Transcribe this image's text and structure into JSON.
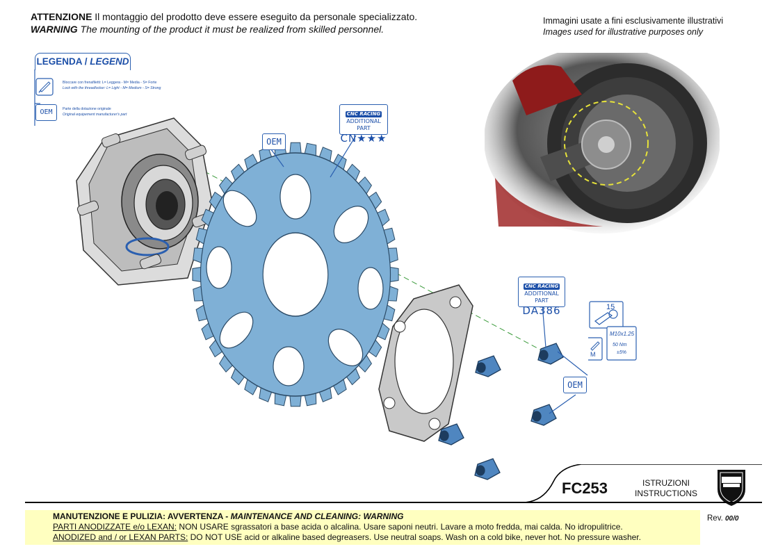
{
  "header": {
    "warning_it_bold": "ATTENZIONE",
    "warning_it_text": " Il montaggio del prodotto deve essere eseguito da personale specializzato.",
    "warning_en_bold": "WARNING",
    "warning_en_text": " The mounting of the product it must be realized from skilled personnel.",
    "images_note_it": "Immagini usate a fini esclusivamente illustrativi",
    "images_note_en": "Images used for illustrative purposes only"
  },
  "legend": {
    "title_it": "LEGENDA / ",
    "title_en": "LEGEND",
    "threadlocker_it": "Bloccare con frenafiletti: L= Leggera - M= Media - S= Forte",
    "threadlocker_en": "Lock with the threadlocker: L= Light - M= Medium - S= Strong",
    "oem_label": "OEM",
    "oem_it": "Parte della dotazione originale",
    "oem_en": "Original equipement manufacturer's part"
  },
  "callouts": {
    "brand": "CNC RACING",
    "additional_part": "ADDITIONAL PART",
    "sprocket_code": "CN★★★",
    "nut_code": "DA386",
    "oem": "OEM",
    "wrench_size": "15",
    "thread": "M10x1.25",
    "torque": "50 Nm",
    "tolerance": "±5%",
    "lock_grade": "M"
  },
  "title_block": {
    "code": "FC253",
    "istruzioni": "ISTRUZIONI",
    "instructions": "INSTRUCTIONS",
    "rev_label": "Rev. ",
    "rev_value": "00/0"
  },
  "footer": {
    "heading_it": "MANUTENZIONE E PULIZIA: AVVERTENZA - ",
    "heading_en": "MAINTENANCE AND CLEANING: WARNING",
    "line1_u": "PARTI ANODIZZATE  e/o LEXAN:",
    "line1_text": "  NON USARE sgrassatori a base acida o alcalina. Usare saponi neutri. Lavare a moto fredda, mai calda. No idropulitrice.",
    "line2_u": "ANODIZED and / or LEXAN PARTS:",
    "line2_text": " DO NOT USE acid or alkaline based degreasers. Use neutral soaps. Wash on a cold bike, never hot. No pressure washer."
  },
  "colors": {
    "accent_blue": "#1c4fa8",
    "sprocket_blue": "#7fb0d6",
    "footer_bg": "#ffffc0"
  }
}
